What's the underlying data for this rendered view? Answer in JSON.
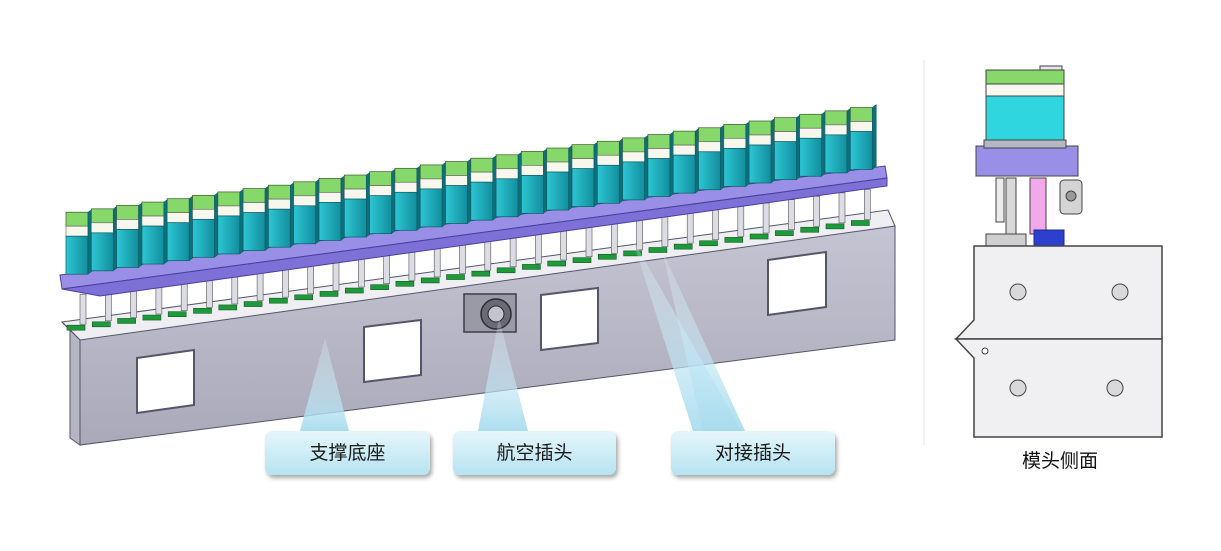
{
  "callouts": {
    "support_base": "支撑底座",
    "aviation_plug": "航空插头",
    "docking_plug": "对接插头"
  },
  "side_view": {
    "caption": "模头侧面"
  },
  "colors": {
    "module_top_green": "#86d86a",
    "module_body_teal": "#1fb7c4",
    "module_band_white": "#f7f7ee",
    "module_base_purple": "#9a8fe6",
    "base_plate_gray": "#c9c9d4",
    "connector_green": "#1e9a3a",
    "callout_fill": "#bfe6f3",
    "side_pink": "#f2a9ea",
    "side_blue": "#2c3fcf"
  }
}
